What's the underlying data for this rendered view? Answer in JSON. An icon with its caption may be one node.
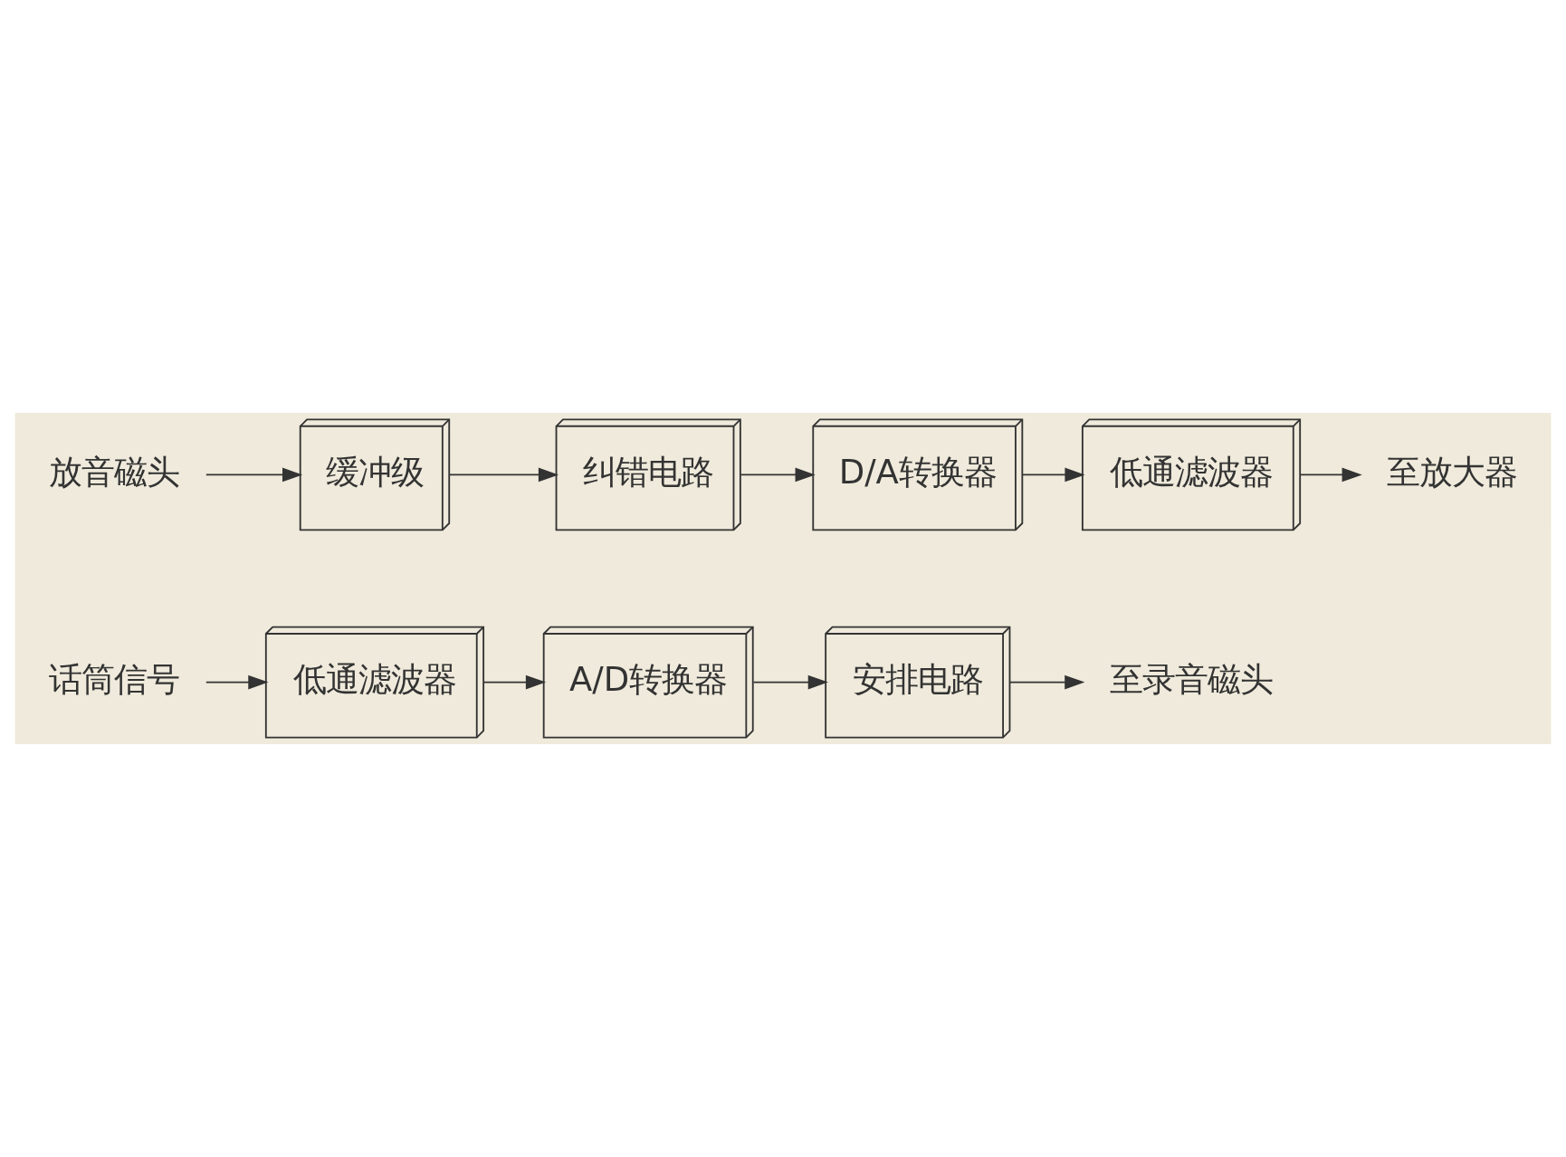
{
  "diagram": {
    "nodes": [
      {
        "text": [
          "话筒信号"
        ]
      },
      {
        "text": [
          "低通滤波器"
        ]
      },
      {
        "text": [
          "A/D转换器"
        ]
      },
      {
        "text": [
          "安排电路"
        ]
      },
      {
        "text": [
          "至录音磁头"
        ]
      },
      {
        "text": [
          "放音磁头"
        ]
      },
      {
        "text": [
          "缓冲级"
        ]
      },
      {
        "text": [
          "纠错电路"
        ]
      },
      {
        "text": [
          "D/A转换器"
        ]
      },
      {
        "text": [
          "低通滤波器"
        ]
      },
      {
        "text": [
          "至放大器"
        ]
      }
    ],
    "edges": [
      {
        "from": 0,
        "to": 1,
        "arrow": "to"
      },
      {
        "from": 1,
        "to": 2,
        "arrow": "to"
      },
      {
        "from": 2,
        "to": 3,
        "arrow": "to"
      },
      {
        "from": 3,
        "to": 4,
        "arrow": "to"
      },
      {
        "from": 5,
        "to": 6,
        "arrow": "to"
      },
      {
        "from": 6,
        "to": 7,
        "arrow": "to"
      },
      {
        "from": 7,
        "to": 8,
        "arrow": "to"
      },
      {
        "from": 8,
        "to": 9,
        "arrow": "to"
      },
      {
        "from": 9,
        "to": 10,
        "arrow": "to"
      }
    ]
  }
}
